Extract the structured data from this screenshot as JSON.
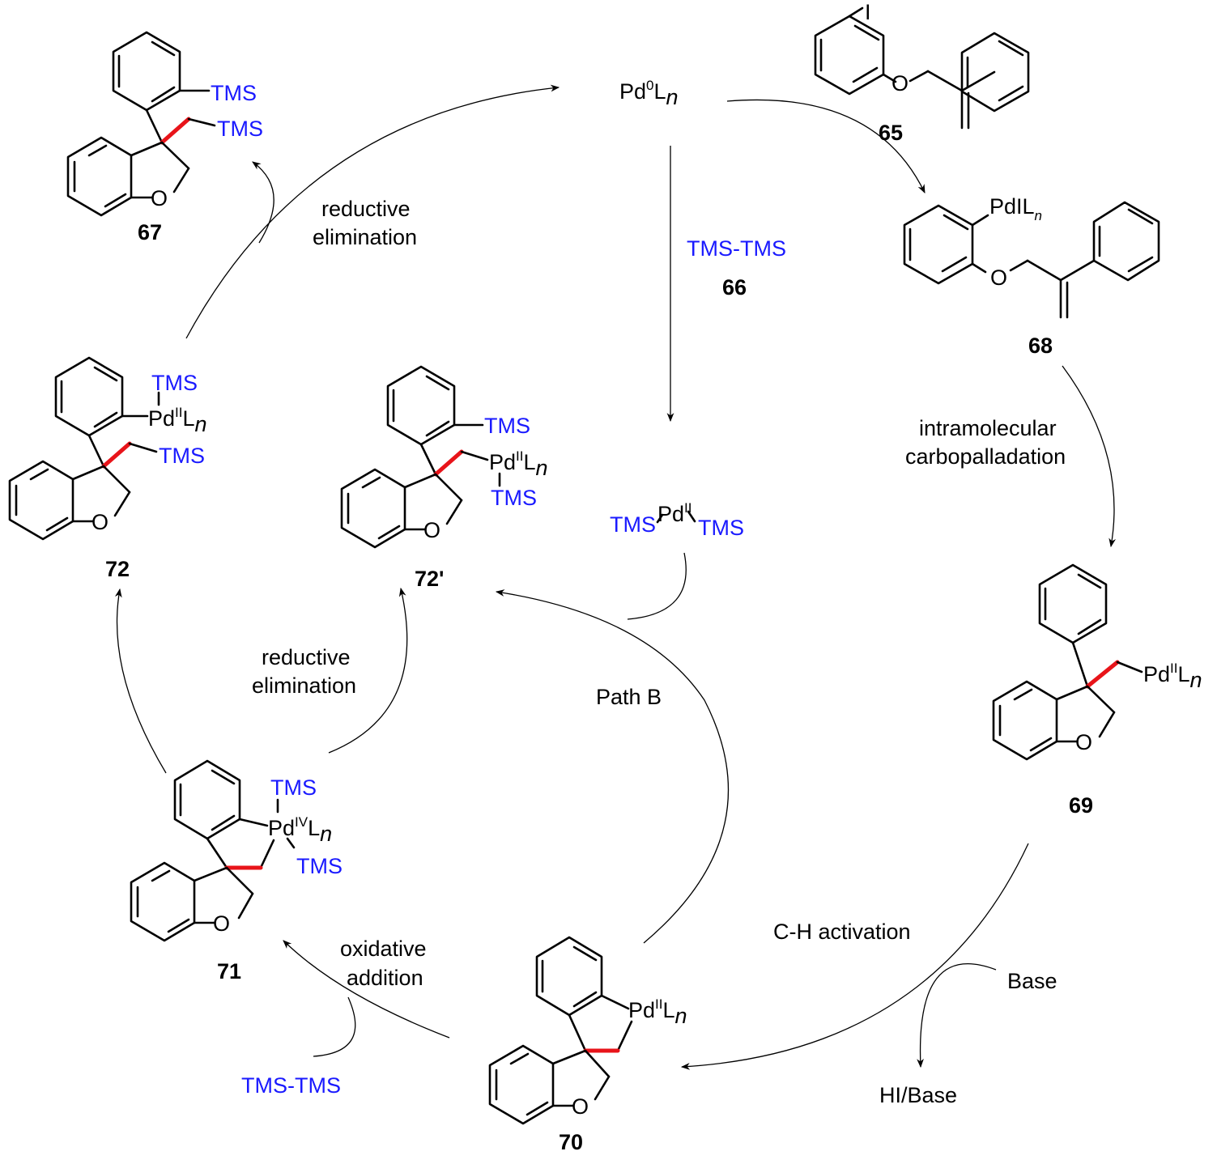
{
  "compounds": {
    "c65": "65",
    "c66": "66",
    "c67": "67",
    "c68": "68",
    "c69": "69",
    "c70": "70",
    "c71": "71",
    "c72": "72",
    "c72p": "72'"
  },
  "atoms": {
    "I": "I",
    "O": "O",
    "Pd": "Pd",
    "L": "L",
    "n": "n",
    "TMS": "TMS",
    "PdIL": "PdIL",
    "ox0": "0",
    "oxII": "II",
    "oxIV": "IV"
  },
  "reagents": {
    "tms_tms": "TMS-TMS",
    "base": "Base",
    "hi_base": "HI/Base"
  },
  "steps": {
    "reductive_1": "reductive",
    "reductive_2": "elimination",
    "intramolecular_1": "intramolecular",
    "intramolecular_2": "carbopalladation",
    "ch_activation": "C-H activation",
    "path_b": "Path B",
    "oxidative_1": "oxidative",
    "oxidative_2": "addition"
  },
  "colors": {
    "highlight_bond": "#e8141a",
    "tms_text": "#1a1aff"
  }
}
